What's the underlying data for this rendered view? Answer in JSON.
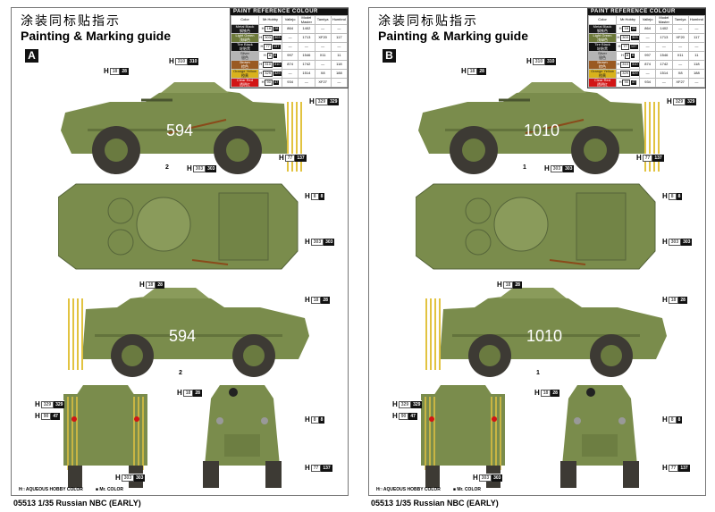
{
  "panels": [
    {
      "title_cn": "涂装同标贴指示",
      "title_en": "Painting & Marking guide",
      "badge": "A",
      "vehicle_number": "594",
      "part_number": "2",
      "callouts": [
        {
          "h": "18",
          "c": "28"
        },
        {
          "h": "310",
          "c": "310"
        },
        {
          "h": "329",
          "c": "329"
        },
        {
          "h": "303",
          "c": "303"
        },
        {
          "h": "77",
          "c": "137"
        },
        {
          "h": "8",
          "c": "8"
        },
        {
          "h": "303",
          "c": "303"
        },
        {
          "h": "18",
          "c": "28"
        },
        {
          "h": "18",
          "c": "28"
        },
        {
          "h": "329",
          "c": "329"
        },
        {
          "h": "90",
          "c": "47"
        },
        {
          "h": "303",
          "c": "303"
        },
        {
          "h": "18",
          "c": "28"
        },
        {
          "h": "8",
          "c": "8"
        },
        {
          "h": "77",
          "c": "137"
        }
      ]
    },
    {
      "title_cn": "涂装同标贴指示",
      "title_en": "Painting & Marking guide",
      "badge": "B",
      "vehicle_number": "1010",
      "part_number": "1",
      "callouts": [
        {
          "h": "18",
          "c": "28"
        },
        {
          "h": "310",
          "c": "310"
        },
        {
          "h": "329",
          "c": "329"
        },
        {
          "h": "303",
          "c": "303"
        },
        {
          "h": "77",
          "c": "137"
        },
        {
          "h": "8",
          "c": "8"
        },
        {
          "h": "303",
          "c": "303"
        },
        {
          "h": "18",
          "c": "28"
        },
        {
          "h": "18",
          "c": "28"
        },
        {
          "h": "329",
          "c": "329"
        },
        {
          "h": "90",
          "c": "47"
        },
        {
          "h": "303",
          "c": "303"
        },
        {
          "h": "18",
          "c": "28"
        },
        {
          "h": "8",
          "c": "8"
        },
        {
          "h": "77",
          "c": "137"
        }
      ]
    }
  ],
  "paint_table": {
    "header": "PAINT REFERENCE COLOUR",
    "columns": [
      "Color",
      "Mr.Hobby",
      "Vallejo",
      "Model Master",
      "Tamiya",
      "Humbrol"
    ],
    "rows": [
      {
        "name": "Metal Black",
        "name_cn": "钢铁色",
        "swatch": "#1a1a1a",
        "h": "18",
        "c": "28",
        "vallejo": "864",
        "mm": "1402",
        "tamiya": "—",
        "humbrol": "—"
      },
      {
        "name": "Light Green",
        "name_cn": "浅绿色",
        "swatch": "#6d7a3a",
        "h": "303",
        "c": "303",
        "vallejo": "—",
        "mm": "1713",
        "tamiya": "XF20",
        "humbrol": "117"
      },
      {
        "name": "Tire Black",
        "name_cn": "轮胎黑",
        "swatch": "#111111",
        "h": "77",
        "c": "137",
        "vallejo": "—",
        "mm": "—",
        "tamiya": "—",
        "humbrol": "—"
      },
      {
        "name": "Silver",
        "name_cn": "银色",
        "swatch": "#b5b5b5",
        "h": "8",
        "c": "8",
        "vallejo": "997",
        "mm": "1546",
        "tamiya": "X11",
        "humbrol": "11"
      },
      {
        "name": "Brown",
        "name_cn": "棕色",
        "swatch": "#9a5a22",
        "h": "310",
        "c": "310",
        "vallejo": "874",
        "mm": "1742",
        "tamiya": "—",
        "humbrol": "118"
      },
      {
        "name": "Orange Yellow",
        "name_cn": "橙黄",
        "swatch": "#d9b21c",
        "h": "329",
        "c": "329",
        "vallejo": "—",
        "mm": "1514",
        "tamiya": "X8",
        "humbrol": "188"
      },
      {
        "name": "Clear Red",
        "name_cn": "透明红",
        "swatch": "#d21515",
        "h": "90",
        "c": "47",
        "vallejo": "934",
        "mm": "—",
        "tamiya": "XF27",
        "humbrol": "—"
      }
    ]
  },
  "legend": {
    "aqueous": "H□ AQUEOUS HOBBY COLOR",
    "mr_color": "■ Mr. COLOR"
  },
  "footer_title": "05513 1/35 Russian NBC (EARLY)",
  "colors": {
    "hull": "#7a8c4c",
    "tire": "#3d3a34",
    "rods": "#e2c340"
  }
}
